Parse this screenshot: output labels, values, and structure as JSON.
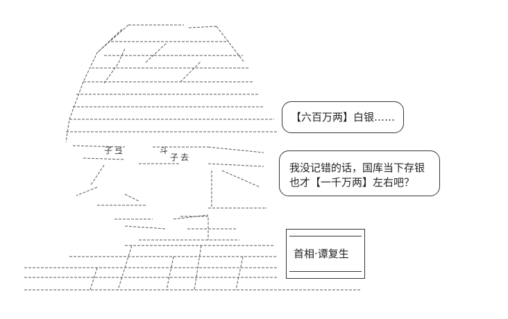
{
  "speech": {
    "bubble_1": "【六百万两】白银……",
    "bubble_2_line_1": "我没记错的话，国库当下存银",
    "bubble_2_line_2": "也才【一千万两】左右吧？"
  },
  "caption": "首相·谭复生",
  "art_fragments": {
    "glyph_1": "子",
    "glyph_2": "弖",
    "glyph_3": "斗",
    "glyph_4": "子",
    "glyph_5": "去"
  },
  "colors": {
    "ink": "#333333",
    "paper": "#ffffff"
  }
}
